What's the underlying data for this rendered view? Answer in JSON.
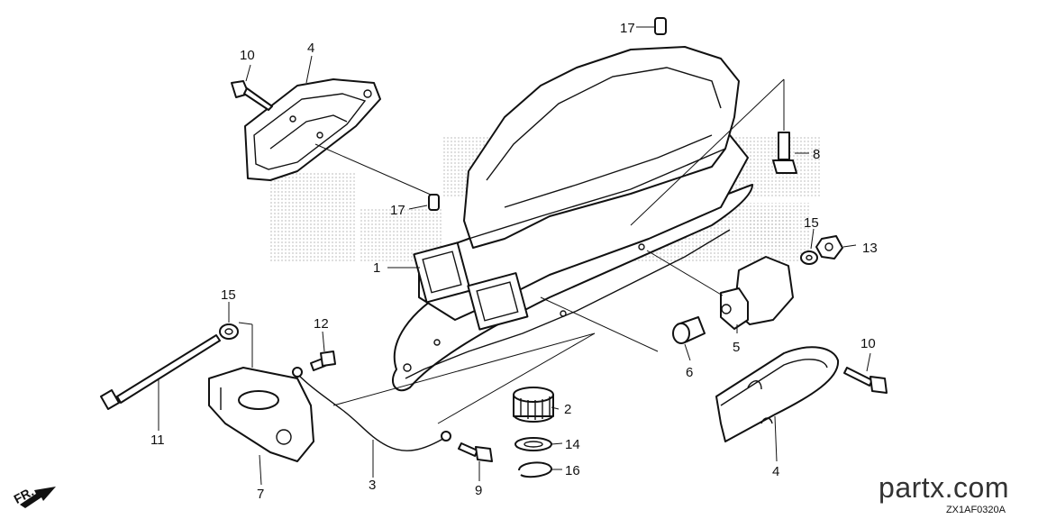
{
  "diagram": {
    "callouts": {
      "c1": "1",
      "c2": "2",
      "c3": "3",
      "c4a": "4",
      "c4b": "4",
      "c5": "5",
      "c6": "6",
      "c7": "7",
      "c8": "8",
      "c9": "9",
      "c10a": "10",
      "c10b": "10",
      "c11": "11",
      "c12": "12",
      "c13": "13",
      "c14": "14",
      "c15a": "15",
      "c15b": "15",
      "c16": "16",
      "c17a": "17",
      "c17b": "17"
    },
    "front_marker": "FR.",
    "watermark_brand": "partx.com",
    "diagram_code": "ZX1AF0320A"
  }
}
